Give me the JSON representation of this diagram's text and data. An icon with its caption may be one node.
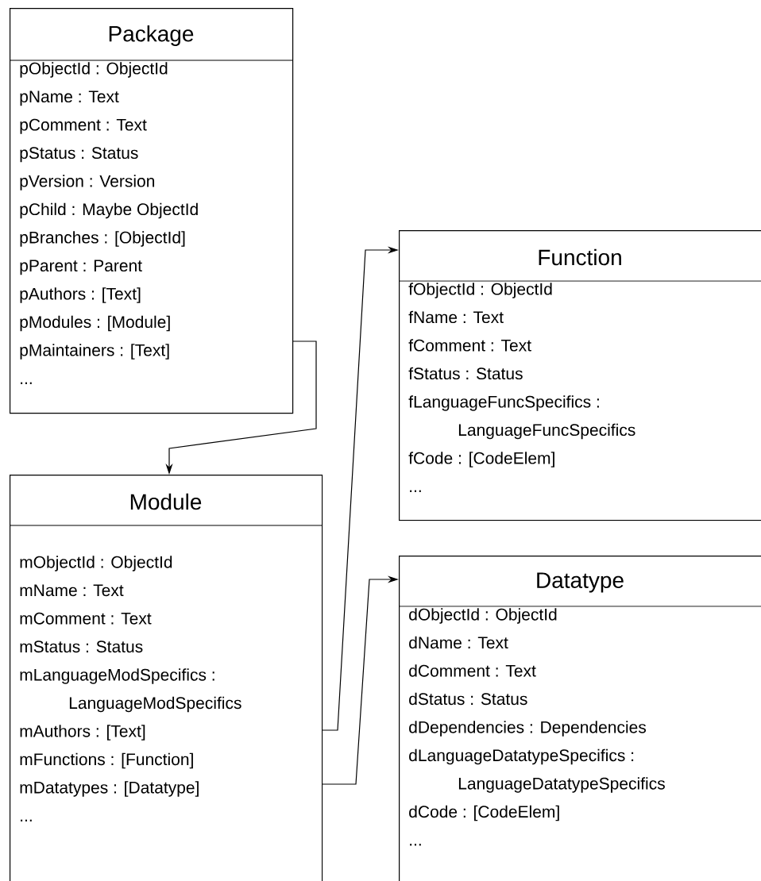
{
  "diagram": {
    "nodes": [
      {
        "text": [
          "Package",
          "pObjectId : ObjectId",
          "pName : Text",
          "pComment : Text",
          "pStatus : Status",
          "pVersion : Version",
          "pChild : Maybe ObjectId",
          "pBranches : [ObjectId]",
          "pParent : Parent",
          "pAuthors : [Text]",
          "pModules : [Module]",
          "pMaintainers : [Text]",
          "..."
        ]
      },
      {
        "text": [
          "Function",
          "fObjectId : ObjectId",
          "fName : Text",
          "fComment : Text",
          "fStatus : Status",
          "fLanguageFuncSpecifics : LanguageFuncSpecifics",
          "fCode : [CodeElem]",
          "..."
        ]
      },
      {
        "text": [
          "Module",
          "mObjectId : ObjectId",
          "mName : Text",
          "mComment : Text",
          "mStatus : Status",
          "mLanguageModSpecifics : LanguageModSpecifics",
          "mAuthors : [Text]",
          "mFunctions : [Function]",
          "mDatatypes : [Datatype]",
          "..."
        ]
      },
      {
        "text": [
          "Datatype",
          "dObjectId : ObjectId",
          "dName : Text",
          "dComment : Text",
          "dStatus : Status",
          "dDependencies : Dependencies",
          "dLanguageDatatypeSpecifics : LanguageDatatypeSpecifics",
          "dCode : [CodeElem]",
          "..."
        ]
      }
    ],
    "edges": [
      {
        "from": 0,
        "to": 2,
        "arrow": "to"
      },
      {
        "from": 2,
        "to": 1,
        "arrow": "to"
      },
      {
        "from": 2,
        "to": 3,
        "arrow": "to"
      }
    ]
  }
}
